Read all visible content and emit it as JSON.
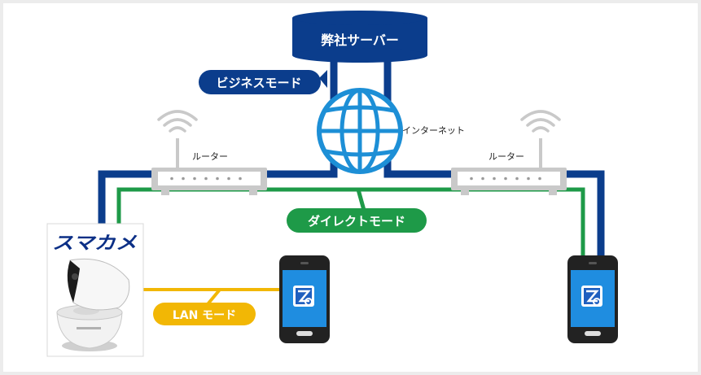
{
  "server": {
    "label": "弊社サーバー"
  },
  "internet": {
    "label": "インターネット"
  },
  "router_left": {
    "label": "ルーター"
  },
  "router_right": {
    "label": "ルーター"
  },
  "modes": {
    "business": "ビジネスモード",
    "direct": "ダイレクトモード",
    "lan": "LAN モード"
  },
  "brand": {
    "logo_text": "スマカメ"
  },
  "colors": {
    "business": "#0b3d8c",
    "direct": "#1e9a48",
    "lan": "#f2b705",
    "globe": "#1d8fd6",
    "router": "#c9c9c9"
  },
  "icons": {
    "globe": "globe-icon",
    "wifi": "wifi-icon",
    "app": "app-icon"
  }
}
